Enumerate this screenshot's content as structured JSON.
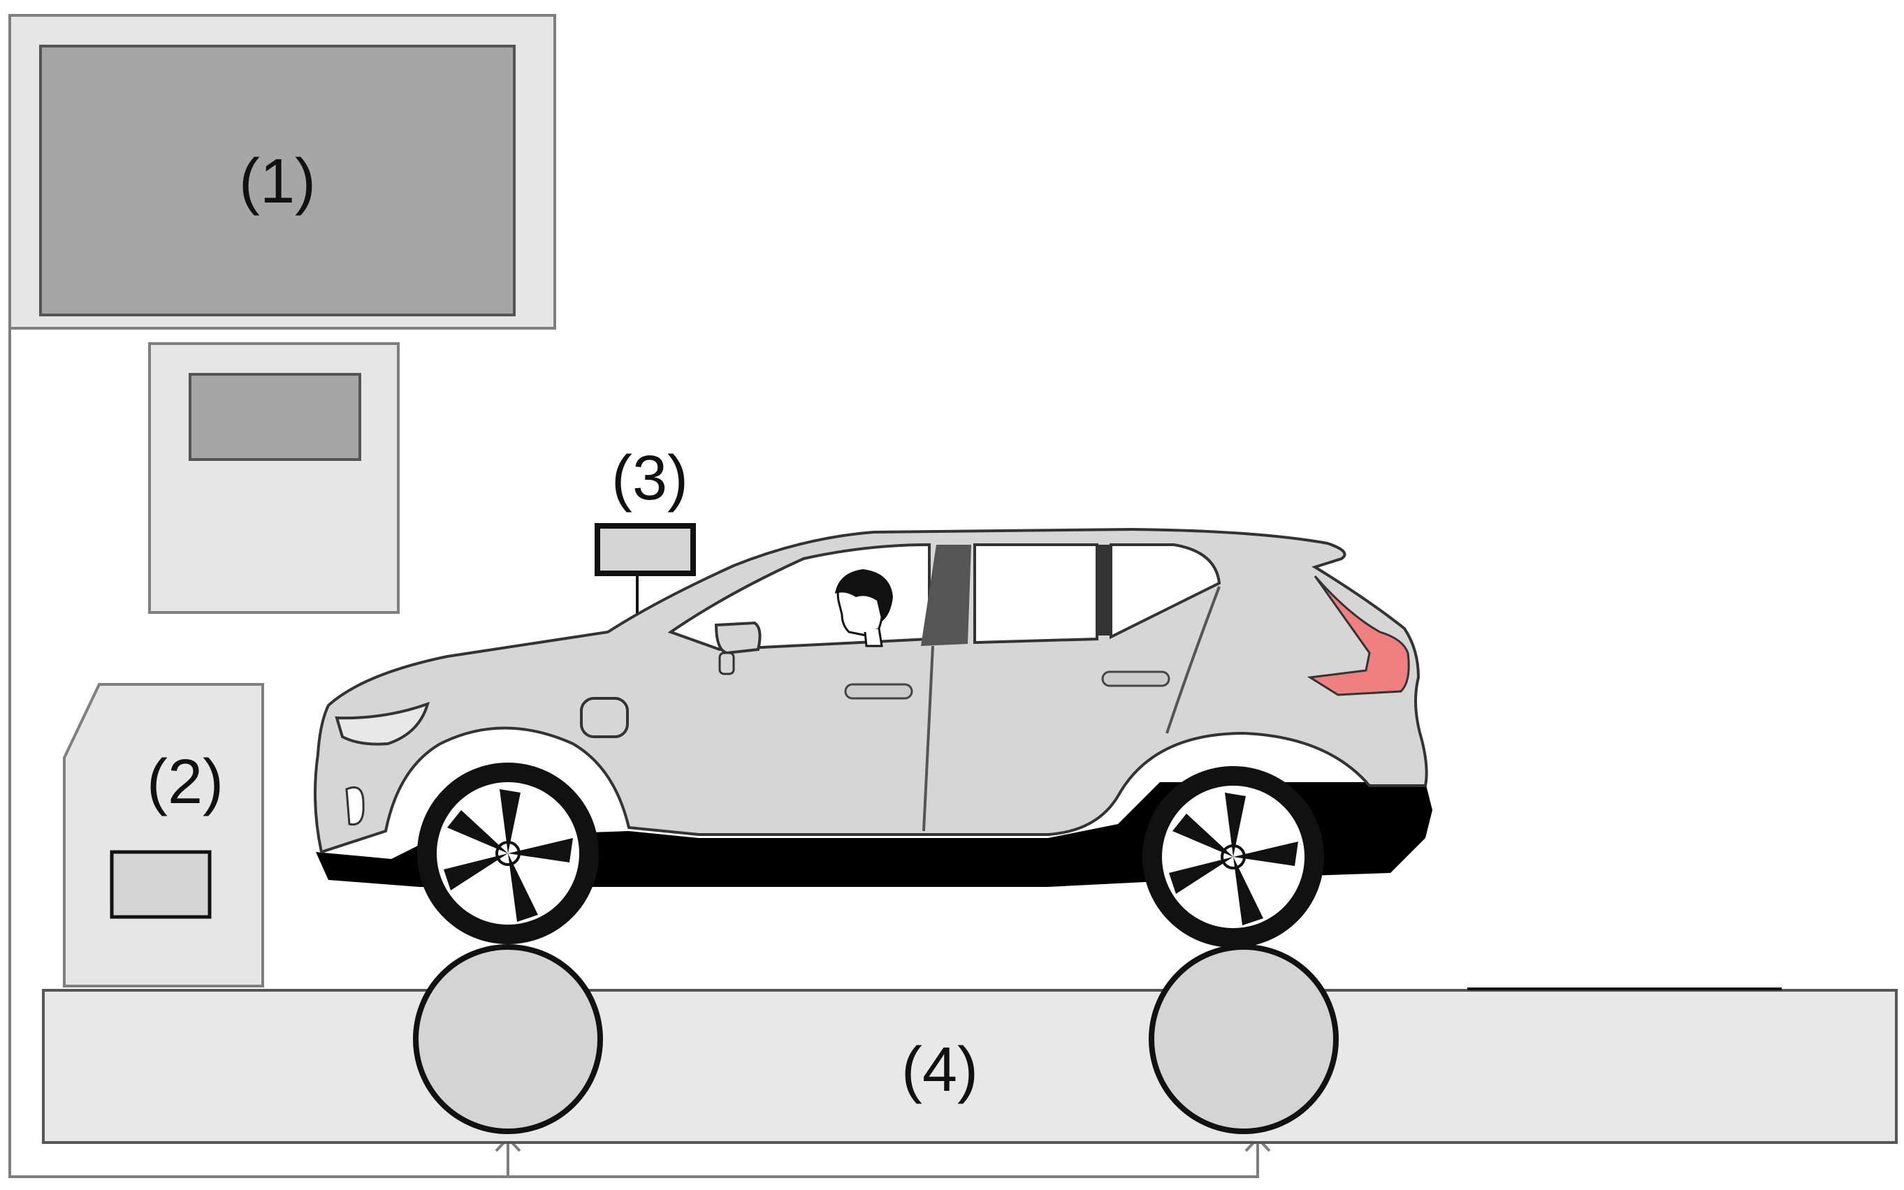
{
  "labels": {
    "one": "(1)",
    "two": "(2)",
    "three": "(3)",
    "four": "(4)"
  },
  "colors": {
    "panel_fill": "#e6e6e6",
    "screen_fill": "#a6a6a6",
    "box_stroke": "#7f7f7f",
    "car_body": "#d6d6d6",
    "car_dark": "#000000",
    "tail_light": "#f08080",
    "roller_fill": "#d4d4d4",
    "platform_fill": "#e8e8e8"
  }
}
